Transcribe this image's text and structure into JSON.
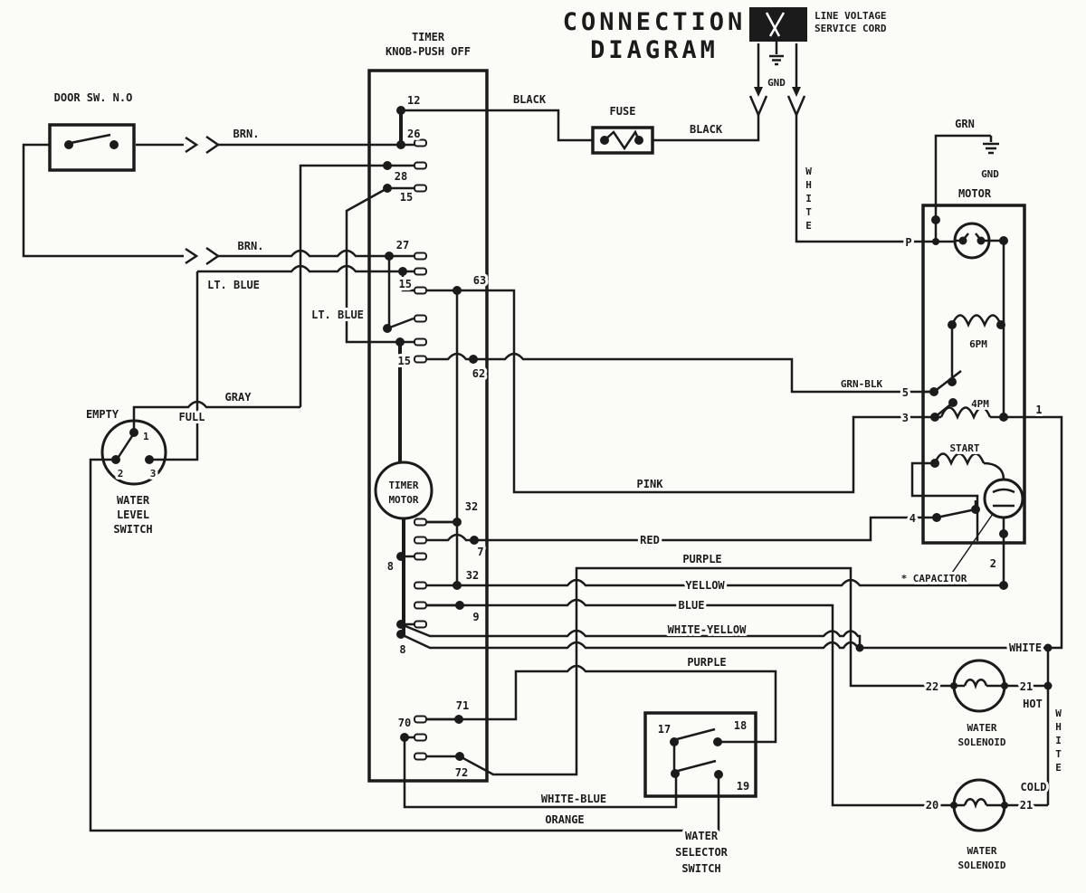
{
  "title": {
    "line1": "CONNECTION",
    "line2": "DIAGRAM"
  },
  "power": {
    "cord_line1": "LINE VOLTAGE",
    "cord_line2": "SERVICE CORD",
    "gnd_top": "GND",
    "gnd_motor": "GND",
    "grn": "GRN",
    "white_vertical": "WHITE",
    "white_vertical_right": "WHITE"
  },
  "door_switch": {
    "label": "DOOR SW. N.O"
  },
  "fuse": {
    "label": "FUSE"
  },
  "timer": {
    "label_line1": "TIMER",
    "label_line2": "KNOB-PUSH OFF",
    "motor_line1": "TIMER",
    "motor_line2": "MOTOR",
    "terminals": {
      "t12": "12",
      "t26": "26",
      "t28": "28",
      "t15a": "15",
      "t27": "27",
      "t15b": "15",
      "t63": "63",
      "t15c": "15",
      "t62": "62",
      "t32a": "32",
      "t7": "7",
      "t8a": "8",
      "t32b": "32",
      "t9": "9",
      "t8b": "8",
      "t71": "71",
      "t70": "70",
      "t72": "72"
    }
  },
  "motor": {
    "label": "MOTOR",
    "p": "P",
    "coil_6pm": "6PM",
    "coil_4pm": "4PM",
    "start": "START",
    "capacitor": "* CAPACITOR",
    "t5": "5",
    "t3": "3",
    "t1": "1",
    "t4": "4",
    "t2": "2"
  },
  "water_level_switch": {
    "empty": "EMPTY",
    "full": "FULL",
    "line1": "WATER",
    "line2": "LEVEL",
    "line3": "SWITCH",
    "t1": "1",
    "t2": "2",
    "t3": "3"
  },
  "water_selector_switch": {
    "line1": "WATER",
    "line2": "SELECTOR",
    "line3": "SWITCH",
    "t17": "17",
    "t18": "18",
    "t19": "19"
  },
  "solenoid_hot": {
    "t22": "22",
    "t21": "21",
    "temp": "HOT",
    "line1": "WATER",
    "line2": "SOLENOID"
  },
  "solenoid_cold": {
    "t20": "20",
    "t21": "21",
    "temp": "COLD",
    "line1": "WATER",
    "line2": "SOLENOID"
  },
  "wires": {
    "brn1": "BRN.",
    "brn2": "BRN.",
    "lt_blue1": "LT. BLUE",
    "lt_blue2": "LT. BLUE",
    "gray": "GRAY",
    "black1": "BLACK",
    "black2": "BLACK",
    "grn_blk": "GRN-BLK",
    "pink": "PINK",
    "red": "RED",
    "purple1": "PURPLE",
    "yellow": "YELLOW",
    "blue": "BLUE",
    "white_yellow": "WHITE-YELLOW",
    "white": "WHITE",
    "purple2": "PURPLE",
    "white_blue": "WHITE-BLUE",
    "orange": "ORANGE"
  },
  "colors": {
    "ink": "#1b1b1b",
    "paper": "#fbfbf8"
  }
}
